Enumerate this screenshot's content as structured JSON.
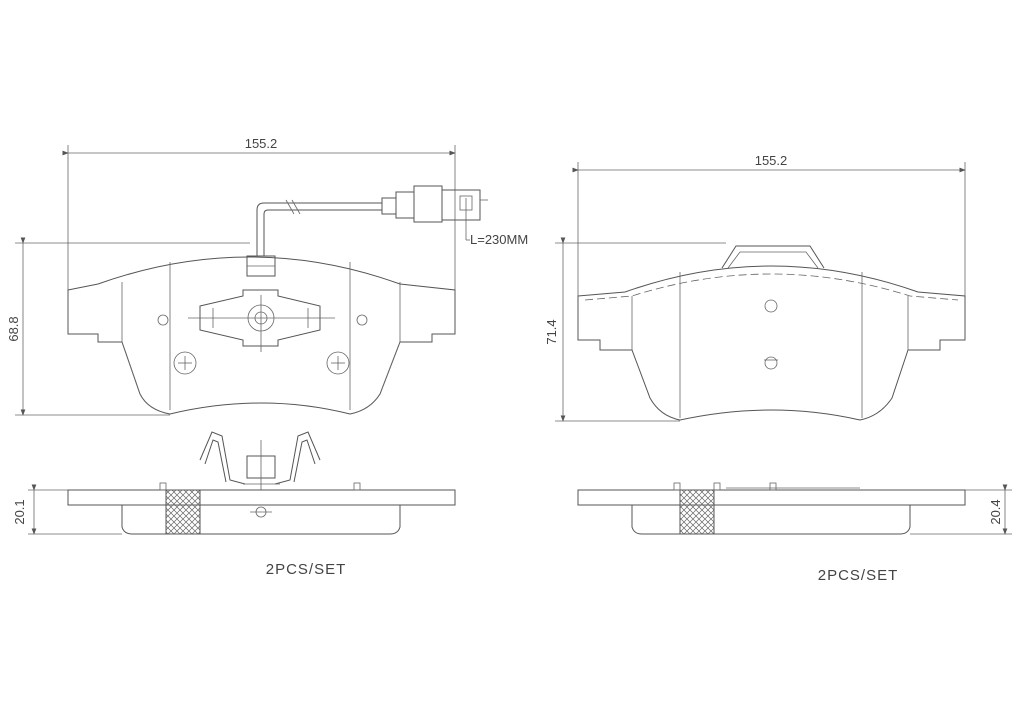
{
  "left_pad": {
    "width_dim": "155.2",
    "height_dim": "68.8",
    "thickness_dim": "20.1",
    "wire_length": "L=230MM",
    "quantity": "2PCS/SET"
  },
  "right_pad": {
    "width_dim": "155.2",
    "height_dim": "71.4",
    "thickness_dim": "20.4",
    "quantity": "2PCS/SET"
  }
}
